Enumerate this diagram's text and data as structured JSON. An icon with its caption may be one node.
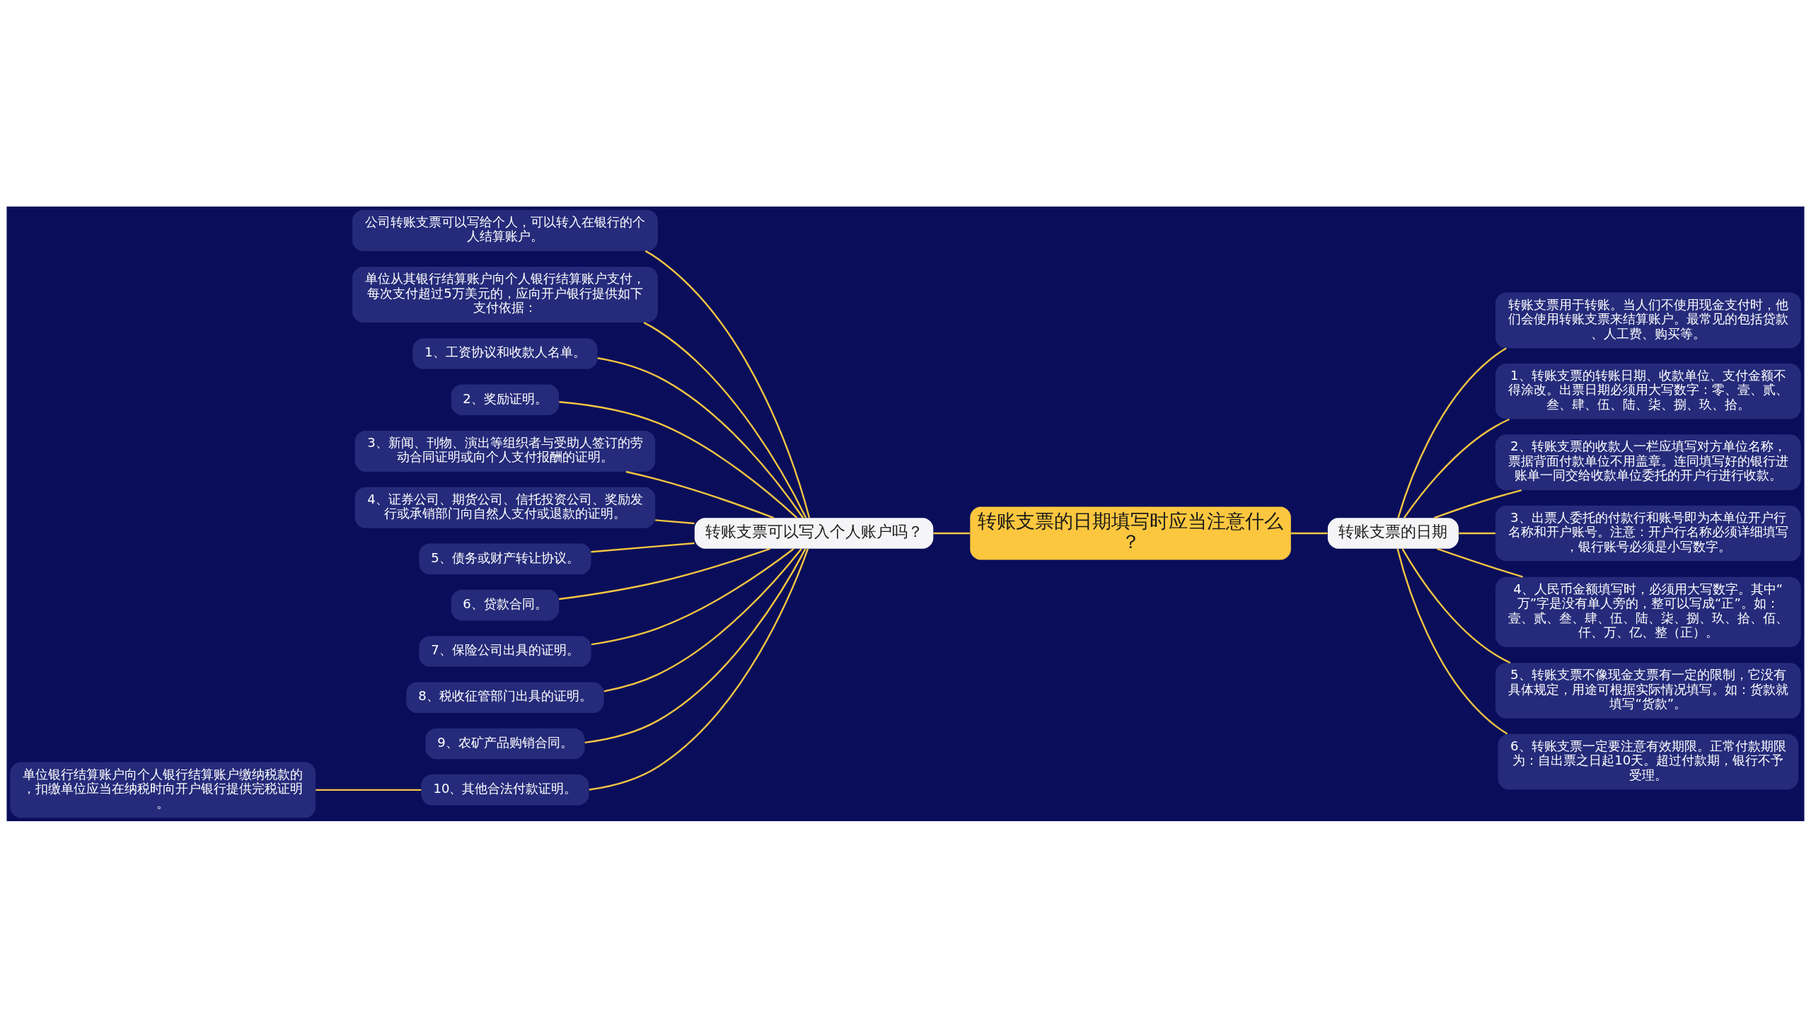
{
  "diagram": {
    "nodes": [
      {
        "text": [
          "转账支票的日期填写时应当注意什么？"
        ]
      },
      {
        "text": [
          "转账支票可以写入个人账户吗？"
        ]
      },
      {
        "text": [
          "公司转账支票可以写给个人，可以转入在银行的个人结算账户。"
        ]
      },
      {
        "text": [
          "单位从其银行结算账户向个人银行结算账户支付，每次支付超过5万美元的，应向开户银行提供如下支付依据："
        ]
      },
      {
        "text": [
          "1、工资协议和收款人名单。"
        ]
      },
      {
        "text": [
          "2、奖励证明。"
        ]
      },
      {
        "text": [
          "3、新闻、刊物、演出等组织者与受助人签订的劳动合同证明或向个人支付报酬的证明。"
        ]
      },
      {
        "text": [
          "4、证券公司、期货公司、信托投资公司、奖励发行或承销部门向自然人支付或退款的证明。"
        ]
      },
      {
        "text": [
          "5、债务或财产转让协议。"
        ]
      },
      {
        "text": [
          "6、贷款合同。"
        ]
      },
      {
        "text": [
          "7、保险公司出具的证明。"
        ]
      },
      {
        "text": [
          "8、税收征管部门出具的证明。"
        ]
      },
      {
        "text": [
          "9、农矿产品购销合同。"
        ]
      },
      {
        "text": [
          "10、其他合法付款证明。"
        ]
      },
      {
        "text": [
          "单位银行结算账户向个人银行结算账户缴纳税款的，扣缴单位应当在纳税时向开户银行提供完税证明。"
        ]
      },
      {
        "text": [
          "转账支票的日期"
        ]
      },
      {
        "text": [
          "转账支票用于转账。当人们不使用现金支付时，他们会使用转账支票来结算账户。最常见的包括贷款、人工费、购买等。"
        ]
      },
      {
        "text": [
          "1、转账支票的转账日期、收款单位、支付金额不得涂改。出票日期必须用大写数字：零、壹、贰、叁、肆、伍、陆、柒、捌、玖、拾。"
        ]
      },
      {
        "text": [
          "2、转账支票的收款人一栏应填写对方单位名称，票据背面付款单位不用盖章。连同填写好的银行进账单一同交给收款单位委托的开户行进行收款。"
        ]
      },
      {
        "text": [
          "3、出票人委托的付款行和账号即为本单位开户行名称和开户账号。注意：开户行名称必须详细填写，银行账号必须是小写数字。"
        ]
      },
      {
        "text": [
          "4、人民币金额填写时，必须用大写数字。其中“万”字是没有单人旁的，整可以写成“正”。如：壹、贰、叁、肆、伍、陆、柒、捌、玖、拾、佰、仟、万、亿、整（正）。"
        ]
      },
      {
        "text": [
          "5、转账支票不像现金支票有一定的限制，它没有具体规定，用途可根据实际情况填写。如：货款就填写“货款”。"
        ]
      },
      {
        "text": [
          "6、转账支票一定要注意有效期限。正常付款期限为：自出票之日起10天。超过付款期，银行不予受理。"
        ]
      }
    ],
    "edges": [
      {
        "from": 0,
        "to": 1,
        "arrow": "none"
      },
      {
        "from": 1,
        "to": 2,
        "arrow": "none"
      },
      {
        "from": 1,
        "to": 3,
        "arrow": "none"
      },
      {
        "from": 1,
        "to": 4,
        "arrow": "none"
      },
      {
        "from": 1,
        "to": 5,
        "arrow": "none"
      },
      {
        "from": 1,
        "to": 6,
        "arrow": "none"
      },
      {
        "from": 1,
        "to": 7,
        "arrow": "none"
      },
      {
        "from": 1,
        "to": 8,
        "arrow": "none"
      },
      {
        "from": 1,
        "to": 9,
        "arrow": "none"
      },
      {
        "from": 1,
        "to": 10,
        "arrow": "none"
      },
      {
        "from": 1,
        "to": 11,
        "arrow": "none"
      },
      {
        "from": 1,
        "to": 12,
        "arrow": "none"
      },
      {
        "from": 1,
        "to": 13,
        "arrow": "none"
      },
      {
        "from": 13,
        "to": 14,
        "arrow": "none"
      },
      {
        "from": 0,
        "to": 15,
        "arrow": "none"
      },
      {
        "from": 15,
        "to": 16,
        "arrow": "none"
      },
      {
        "from": 15,
        "to": 17,
        "arrow": "none"
      },
      {
        "from": 15,
        "to": 18,
        "arrow": "none"
      },
      {
        "from": 15,
        "to": 19,
        "arrow": "none"
      },
      {
        "from": 15,
        "to": 20,
        "arrow": "none"
      },
      {
        "from": 15,
        "to": 21,
        "arrow": "none"
      },
      {
        "from": 15,
        "to": 22,
        "arrow": "none"
      }
    ]
  }
}
